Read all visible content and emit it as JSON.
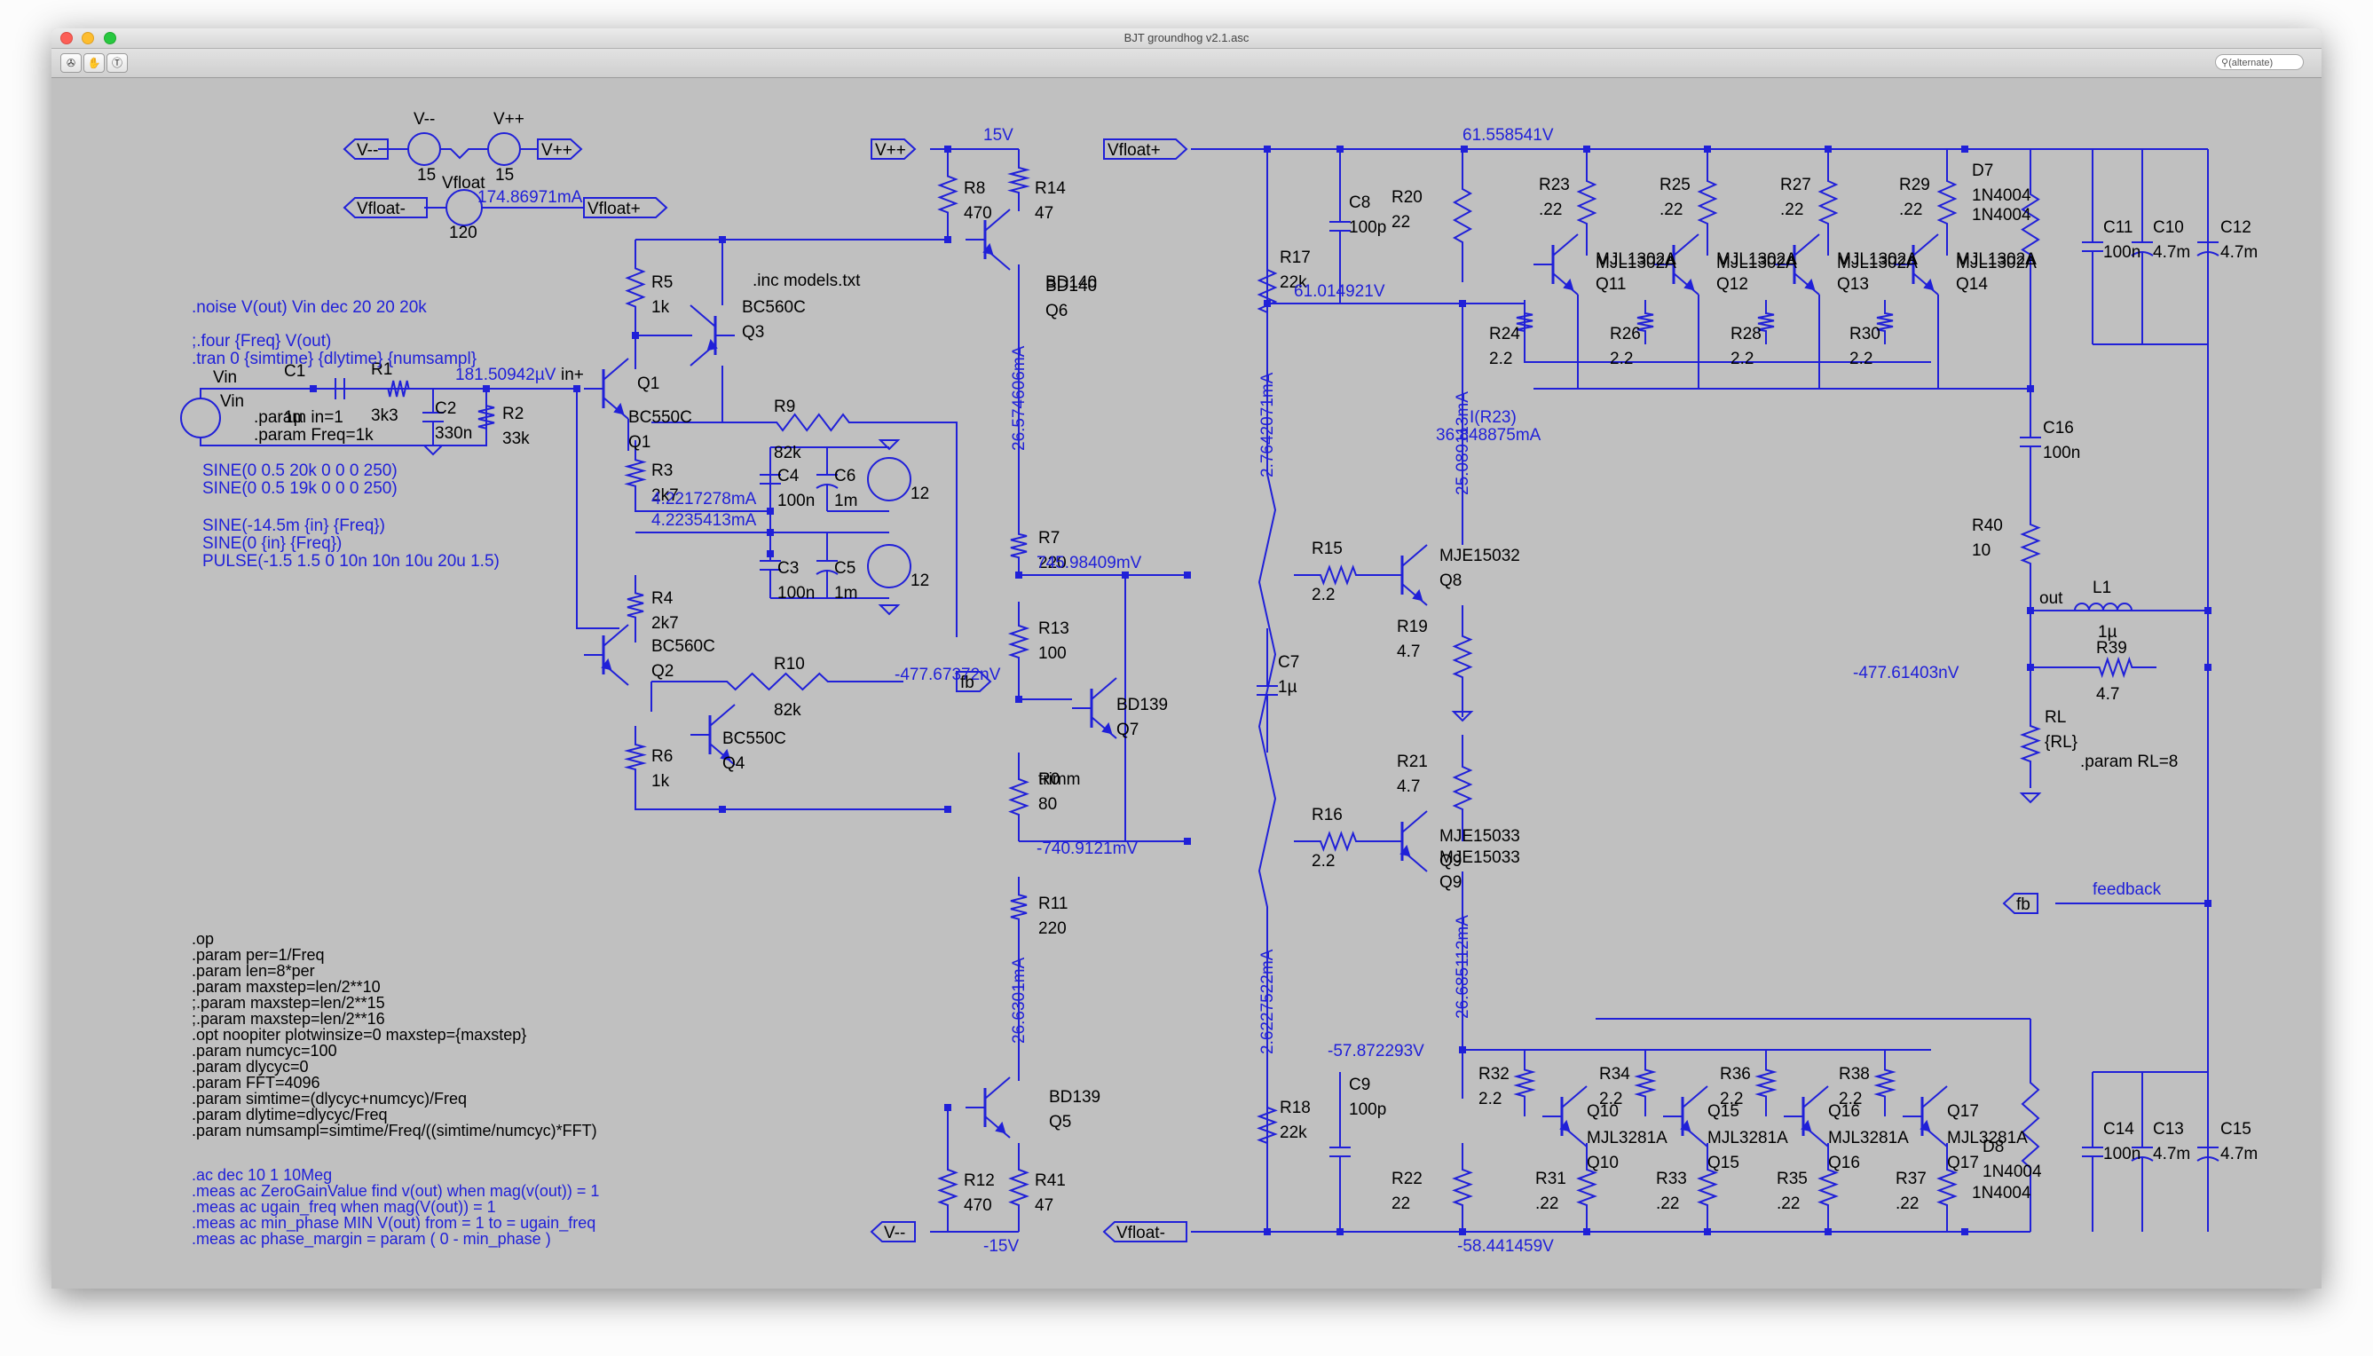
{
  "window": {
    "title": "BJT groundhog v2.1.asc",
    "search_placeholder": "(alternate)"
  },
  "colors": {
    "wire": "#2020d8",
    "text": "#000000",
    "background": "#c0c0c0",
    "net_label": "#2020d8"
  },
  "icons": {
    "close": "close-icon",
    "minimize": "minimize-icon",
    "zoom": "zoom-icon",
    "tool1": "run-icon",
    "tool2": "hand-icon",
    "tool3": "probe-icon",
    "search": "search-icon"
  },
  "directives": {
    "noise": ".noise V(out) Vin dec 20 20 20k",
    "four": ";.four {Freq} V(out)",
    "tran": ".tran 0 {simtime} {dlytime} {numsampl}",
    "inc": ".inc models.txt",
    "param_in": ".param in=1",
    "param_freq": ".param Freq=1k",
    "sine1": "SINE(0 0.5 20k 0 0 0 250)",
    "sine2": "SINE(0 0.5 19k 0 0 0 250)",
    "sine3": "SINE(-14.5m {in} {Freq})",
    "sine4": "SINE(0 {in} {Freq})",
    "pulse": "PULSE(-1.5 1.5 0 10n 10n 10u 20u 1.5)",
    "op_block": [
      ".op",
      ".param per=1/Freq",
      ".param len=8*per",
      ".param maxstep=len/2**10",
      ";.param maxstep=len/2**15",
      ";.param maxstep=len/2**16",
      ".opt noopiter plotwinsize=0 maxstep={maxstep}",
      ".param numcyc=100",
      ".param dlycyc=0",
      ".param FFT=4096",
      ".param simtime=(dlycyc+numcyc)/Freq",
      ".param dlytime=dlycyc/Freq",
      ".param numsampl=simtime/Freq/((simtime/numcyc)*FFT)"
    ],
    "ac_block": [
      ".ac dec 10 1 10Meg",
      ".meas ac ZeroGainValue find v(out) when mag(v(out)) = 1",
      ".meas ac ugain_freq when mag(V(out)) = 1",
      ".meas ac min_phase MIN V(out) from = 1 to = ugain_freq",
      ".meas ac phase_margin = param ( 0 - min_phase )"
    ],
    "param_rl": ".param RL=8"
  },
  "nets": {
    "vminus": "V--",
    "vplus": "V++",
    "vfloat_minus": "Vfloat-",
    "vfloat_plus": "Vfloat+",
    "fb": "fb",
    "feedback": "feedback",
    "out": "out",
    "vin": "Vin",
    "in_plus": "in+"
  },
  "readouts": {
    "v15": "15V",
    "vm15": "-15V",
    "vfloat_current": "174.86971mA",
    "in_node": "181.50942µV",
    "q6_current": "26.574606mA",
    "bias_top": "745.98409mV",
    "bias_bot": "-740.9121mV",
    "q5_current": "26.6301mA",
    "c4_current": "4.2217278mA",
    "c3_current": "4.2235413mA",
    "fb_node": "-477.67372nV",
    "r17_current": "2.7642071mA",
    "r18_current": "2.6227522mA",
    "top_rail": "61.558541V",
    "drv_node": "61.014921V",
    "r20_current": "25.089113mA",
    "ir23_label": "I(R23)",
    "ir23_value": "36.848875mA",
    "q9_current": "26.685112mA",
    "neg_drv": "-57.872293V",
    "bot_rail": "-58.441459V",
    "out_node": "-477.61403nV"
  },
  "sources": {
    "vm": {
      "name": "V--",
      "value": "15"
    },
    "vp": {
      "name": "V++",
      "value": "15"
    },
    "vfloat": {
      "name": "Vfloat",
      "value": "120"
    },
    "vin": {
      "name": "Vin"
    },
    "c6src": {
      "value": "12"
    },
    "c5src": {
      "value": "12"
    }
  },
  "components": [
    {
      "ref": "C1",
      "value": "1µ"
    },
    {
      "ref": "R1",
      "value": "3k3"
    },
    {
      "ref": "C2",
      "value": "330n"
    },
    {
      "ref": "R2",
      "value": "33k"
    },
    {
      "ref": "R5",
      "value": "1k"
    },
    {
      "ref": "Q3",
      "value": "BC560C"
    },
    {
      "ref": "Q1",
      "value": "BC550C"
    },
    {
      "ref": "R9",
      "value": "82k"
    },
    {
      "ref": "R3",
      "value": "2k7"
    },
    {
      "ref": "C4",
      "value": "100n"
    },
    {
      "ref": "C6",
      "value": "1m"
    },
    {
      "ref": "R4",
      "value": "2k7"
    },
    {
      "ref": "C3",
      "value": "100n"
    },
    {
      "ref": "C5",
      "value": "1m"
    },
    {
      "ref": "Q2",
      "value": "BC560C"
    },
    {
      "ref": "R10",
      "value": "82k"
    },
    {
      "ref": "Q4",
      "value": "BC550C"
    },
    {
      "ref": "R6",
      "value": "1k"
    },
    {
      "ref": "R8",
      "value": "470"
    },
    {
      "ref": "R14",
      "value": "47"
    },
    {
      "ref": "Q6",
      "value": "BD140"
    },
    {
      "ref": "R7",
      "value": "220"
    },
    {
      "ref": "R13",
      "value": "100"
    },
    {
      "ref": "Q7",
      "value": "BD139"
    },
    {
      "ref": "trimm",
      "value": "80"
    },
    {
      "ref": "R11",
      "value": "220"
    },
    {
      "ref": "Q5",
      "value": "BD139"
    },
    {
      "ref": "R12",
      "value": "470"
    },
    {
      "ref": "R41",
      "value": "47"
    },
    {
      "ref": "R17",
      "value": "22k"
    },
    {
      "ref": "C8",
      "value": "100p"
    },
    {
      "ref": "C7",
      "value": "1µ"
    },
    {
      "ref": "R18",
      "value": "22k"
    },
    {
      "ref": "C9",
      "value": "100p"
    },
    {
      "ref": "R15",
      "value": "2.2"
    },
    {
      "ref": "R16",
      "value": "2.2"
    },
    {
      "ref": "R20",
      "value": "22"
    },
    {
      "ref": "R22",
      "value": "22"
    },
    {
      "ref": "Q8",
      "value": "MJE15032"
    },
    {
      "ref": "Q9",
      "value": "MJE15033"
    },
    {
      "ref": "R19",
      "value": "4.7"
    },
    {
      "ref": "R21",
      "value": "4.7"
    },
    {
      "ref": "R23",
      "value": ".22"
    },
    {
      "ref": "R25",
      "value": ".22"
    },
    {
      "ref": "R27",
      "value": ".22"
    },
    {
      "ref": "R29",
      "value": ".22"
    },
    {
      "ref": "Q11",
      "value": "MJL1302A"
    },
    {
      "ref": "Q12",
      "value": "MJL1302A"
    },
    {
      "ref": "Q13",
      "value": "MJL1302A"
    },
    {
      "ref": "Q14",
      "value": "MJL1302A"
    },
    {
      "ref": "R24",
      "value": "2.2"
    },
    {
      "ref": "R26",
      "value": "2.2"
    },
    {
      "ref": "R28",
      "value": "2.2"
    },
    {
      "ref": "R30",
      "value": "2.2"
    },
    {
      "ref": "D7",
      "value": "1N4004"
    },
    {
      "ref": "C11",
      "value": "100n"
    },
    {
      "ref": "C10",
      "value": "4.7m"
    },
    {
      "ref": "C12",
      "value": "4.7m"
    },
    {
      "ref": "C16",
      "value": "100n"
    },
    {
      "ref": "R40",
      "value": "10"
    },
    {
      "ref": "L1",
      "value": "1µ"
    },
    {
      "ref": "R39",
      "value": "4.7"
    },
    {
      "ref": "RL",
      "value": "{RL}"
    },
    {
      "ref": "R32",
      "value": "2.2"
    },
    {
      "ref": "R34",
      "value": "2.2"
    },
    {
      "ref": "R36",
      "value": "2.2"
    },
    {
      "ref": "R38",
      "value": "2.2"
    },
    {
      "ref": "Q10",
      "value": "MJL3281A"
    },
    {
      "ref": "Q15",
      "value": "MJL3281A"
    },
    {
      "ref": "Q16",
      "value": "MJL3281A"
    },
    {
      "ref": "Q17",
      "value": "MJL3281A"
    },
    {
      "ref": "R31",
      "value": ".22"
    },
    {
      "ref": "R33",
      "value": ".22"
    },
    {
      "ref": "R35",
      "value": ".22"
    },
    {
      "ref": "R37",
      "value": ".22"
    },
    {
      "ref": "D8",
      "value": "1N4004"
    },
    {
      "ref": "C14",
      "value": "100n"
    },
    {
      "ref": "C13",
      "value": "4.7m"
    },
    {
      "ref": "C15",
      "value": "4.7m"
    }
  ]
}
